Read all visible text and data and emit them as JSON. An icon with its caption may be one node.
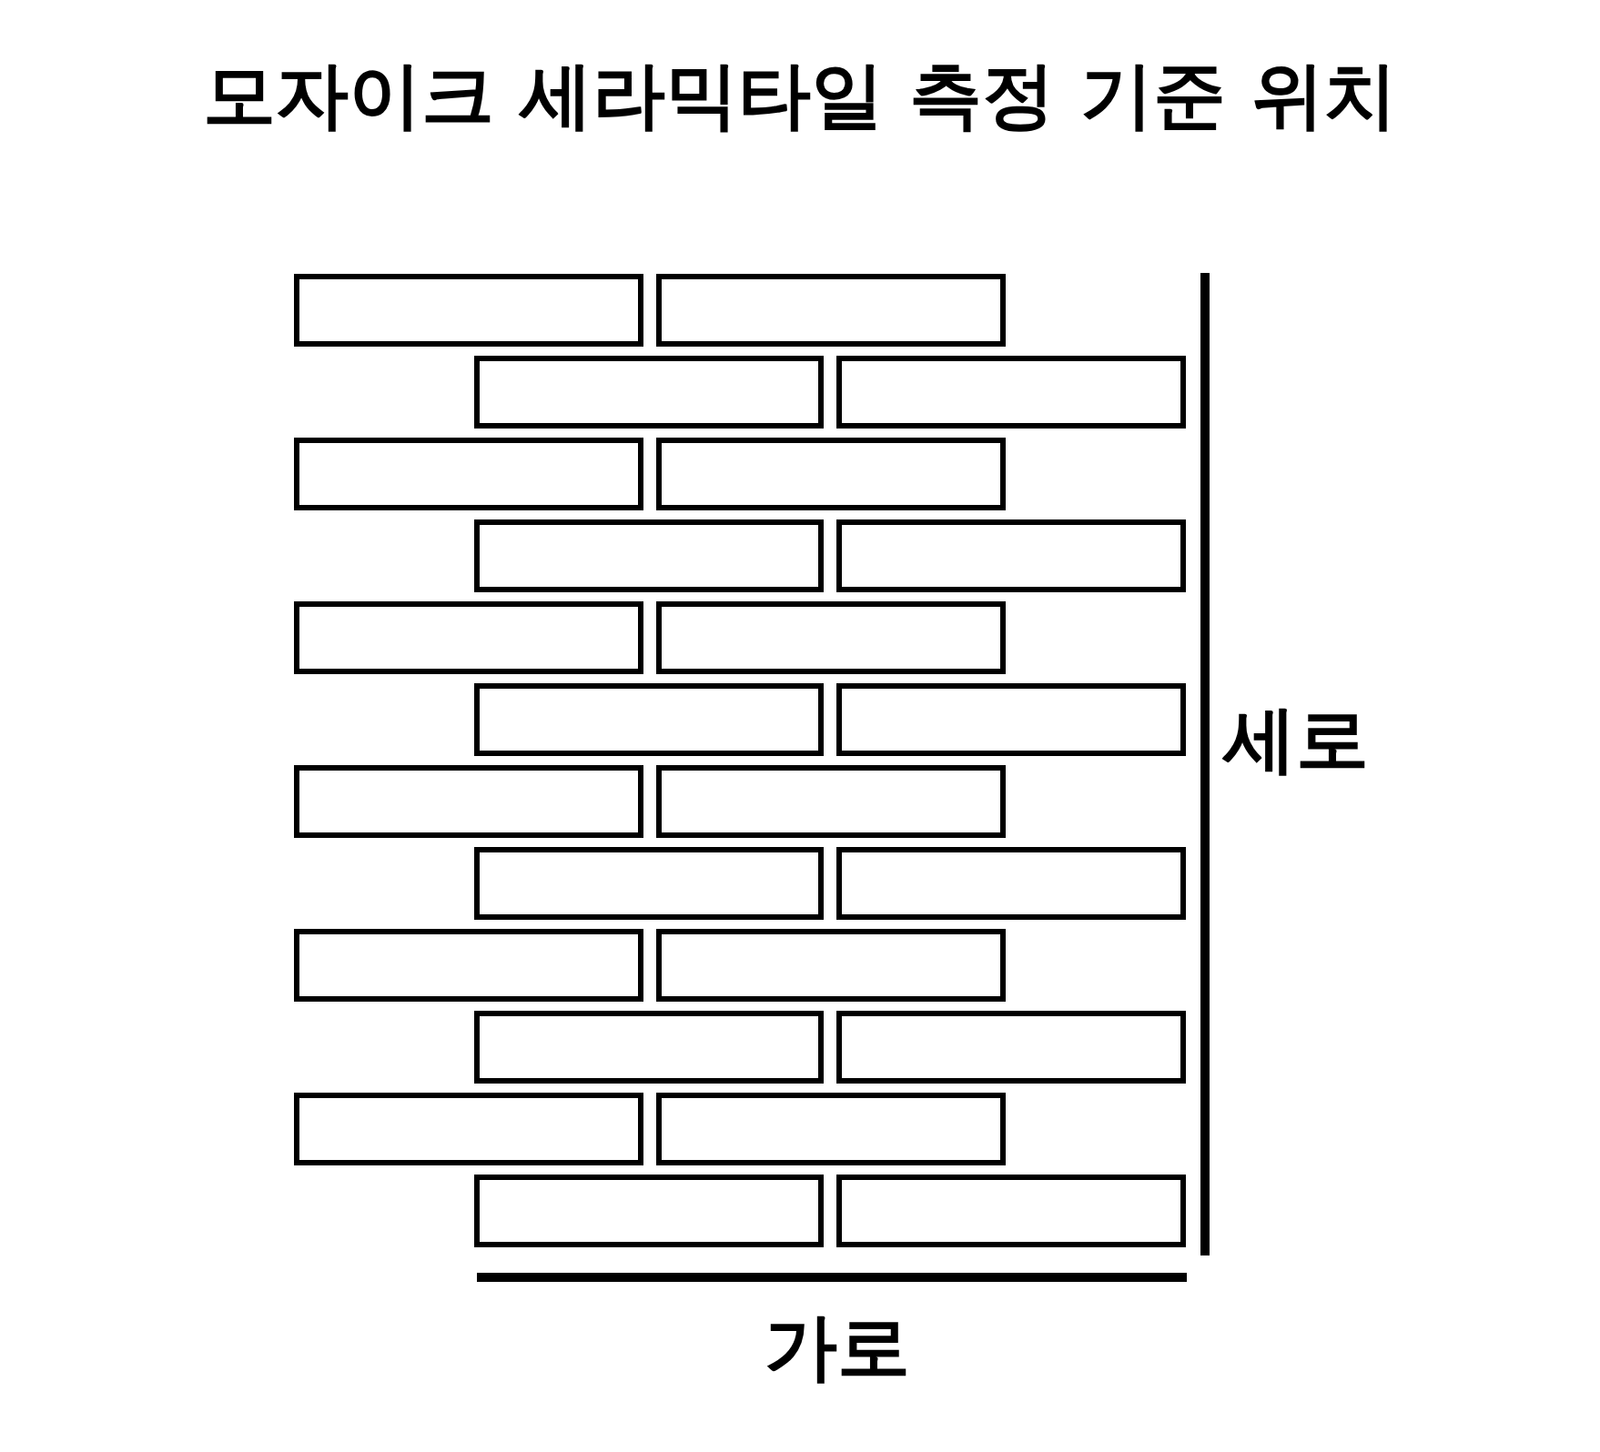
{
  "diagram": {
    "title": "모자이크 세라믹타일 측정 기준 위치",
    "labels": [
      "세로",
      "가로"
    ]
  }
}
